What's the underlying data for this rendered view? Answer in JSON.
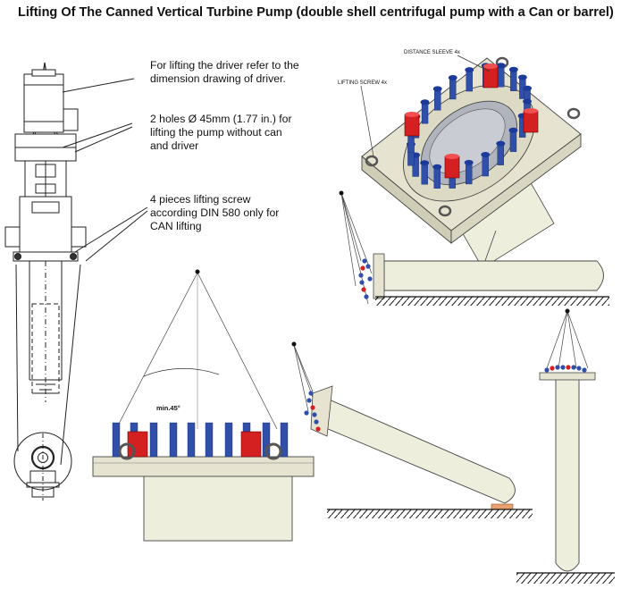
{
  "title": "Lifting Of The Canned Vertical Turbine Pump (double shell centrifugal pump with a Can or barrel)",
  "notes": [
    {
      "id": "driver",
      "lines": [
        "For lifting the driver refer to the",
        "dimension drawing of driver."
      ]
    },
    {
      "id": "holes",
      "lines": [
        "2 holes Ø 45mm (1.77 in.) for",
        "lifting the pump without can",
        "and driver"
      ]
    },
    {
      "id": "screws",
      "lines": [
        "4 pieces lifting screw",
        "according DIN 580 only for",
        "CAN lifting"
      ]
    }
  ],
  "callouts": {
    "distance_sleeve": "DISTANCE SLEEVE 4x",
    "lifting_screw": "LIFTING SCREW 4x",
    "angle": "min.45°"
  },
  "colors": {
    "text": "#111111",
    "bolt_blue": "#2f4fa8",
    "sleeve_red": "#d42020",
    "can_body": "#eeeedd",
    "flange": "#e6e4d0",
    "ground_pad": "#e8a070"
  }
}
